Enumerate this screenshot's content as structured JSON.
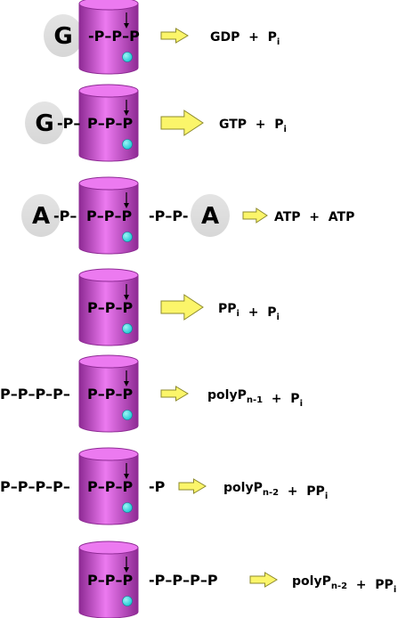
{
  "colors": {
    "cylinder_body": "#d34fd8",
    "cylinder_top": "#ec7af0",
    "cylinder_shadow": "#8e2a94",
    "bead": "#19c8d2",
    "bead_highlight": "#9ff4f7",
    "arrow_fill": "#fbf56a",
    "arrow_stroke": "#8d8a2c",
    "base_oval": "#d7d7d7"
  },
  "rows": [
    {
      "base_left": "G",
      "chain_left": "",
      "chain_in": "-P–P–P",
      "chain_right": "",
      "base_right": "",
      "products": [
        {
          "text": "GDP  +  P",
          "sub": "i"
        }
      ]
    },
    {
      "base_left": "G",
      "chain_left": "-P–",
      "chain_in": "P–P–P",
      "chain_right": "",
      "base_right": "",
      "products": [
        {
          "text": "GTP  +  P",
          "sub": "i"
        }
      ]
    },
    {
      "base_left": "A",
      "chain_left": "-P–",
      "chain_in": "P–P–P",
      "chain_right": "-P–P-",
      "base_right": "A",
      "products": [
        {
          "text": "ATP  +  ATP",
          "sub": ""
        }
      ]
    },
    {
      "base_left": "",
      "chain_left": "",
      "chain_in": "P–P–P",
      "chain_right": "",
      "base_right": "",
      "products": [
        {
          "text": "PP",
          "sub": "i"
        },
        {
          "text": "  +  P",
          "sub": "i"
        }
      ]
    },
    {
      "base_left": "",
      "chain_left": "P–P–P–P–",
      "chain_in": "P–P–P",
      "chain_right": "",
      "base_right": "",
      "products": [
        {
          "text": "polyP",
          "sub": "n-1"
        },
        {
          "text": "  +  P",
          "sub": "i"
        }
      ]
    },
    {
      "base_left": "",
      "chain_left": "P–P–P–P–",
      "chain_in": "P–P–P",
      "chain_right": "-P",
      "base_right": "",
      "products": [
        {
          "text": "polyP",
          "sub": "n-2"
        },
        {
          "text": "  +  PP",
          "sub": "i"
        }
      ]
    },
    {
      "base_left": "",
      "chain_left": "",
      "chain_in": "P–P–P",
      "chain_right": "-P–P–P–P",
      "base_right": "",
      "products": [
        {
          "text": "polyP",
          "sub": "n-2"
        },
        {
          "text": "  +  PP",
          "sub": "i"
        }
      ]
    }
  ]
}
